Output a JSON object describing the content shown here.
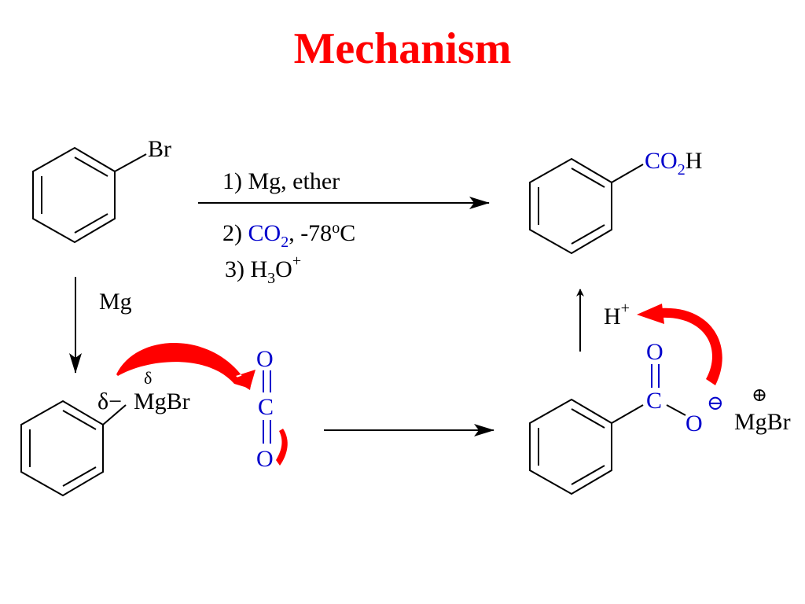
{
  "title": "Mechanism",
  "colors": {
    "title": "#ff0000",
    "highlight": "#0000cc",
    "arrow": "#ff0000",
    "ink": "#000000"
  },
  "reactant": {
    "substituent": "Br"
  },
  "product": {
    "group_c": "CO",
    "group_sub": "2",
    "group_h": "H"
  },
  "conditions": {
    "step1": "1) Mg, ether",
    "step2_prefix": "2) ",
    "step2_reagent": "CO",
    "step2_reagent_sub": "2",
    "step2_temp": ", -78",
    "step2_deg": "o",
    "step2_unit": "C",
    "step3_prefix": "3) H",
    "step3_sub": "3",
    "step3_o": "O",
    "step3_sup": "+"
  },
  "step_mg": {
    "label": "Mg"
  },
  "grignard": {
    "delta": "δ−",
    "group": "MgBr",
    "delta_plus_fragment": "δ"
  },
  "carbon_dioxide": {
    "o_top": "O",
    "c": "C",
    "o_bottom": "O"
  },
  "carboxylate": {
    "o_top": "O",
    "c": "C",
    "o": "O",
    "minus": "⊖",
    "plus": "⊕",
    "counter_ion": "MgBr"
  },
  "protonation": {
    "h": "H",
    "h_sup": "+"
  }
}
